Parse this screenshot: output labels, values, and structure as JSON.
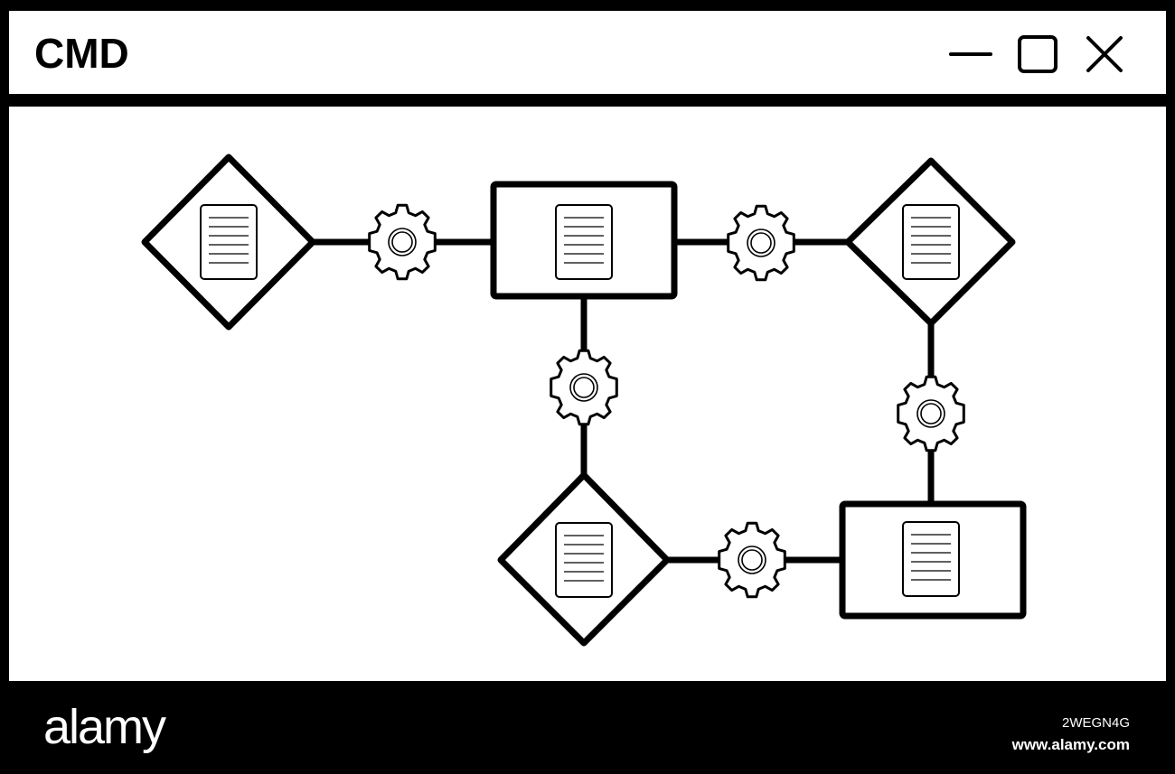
{
  "window": {
    "title": "CMD",
    "controls": [
      {
        "name": "minimize",
        "icon": "minimize-icon"
      },
      {
        "name": "maximize",
        "icon": "maximize-icon"
      },
      {
        "name": "close",
        "icon": "close-icon"
      }
    ]
  },
  "diagram": {
    "nodes": [
      {
        "id": "decision-1",
        "shape": "diamond",
        "icon": "document-icon"
      },
      {
        "id": "process-1",
        "shape": "rectangle",
        "icon": "document-icon"
      },
      {
        "id": "decision-2",
        "shape": "diamond",
        "icon": "document-icon"
      },
      {
        "id": "decision-3",
        "shape": "diamond",
        "icon": "document-icon"
      },
      {
        "id": "process-2",
        "shape": "rectangle",
        "icon": "document-icon"
      }
    ],
    "connectors": [
      {
        "from": "decision-1",
        "to": "process-1",
        "icon": "gear-icon"
      },
      {
        "from": "process-1",
        "to": "decision-2",
        "icon": "gear-icon"
      },
      {
        "from": "process-1",
        "to": "decision-3",
        "icon": "gear-icon"
      },
      {
        "from": "decision-2",
        "to": "process-2",
        "icon": "gear-icon"
      },
      {
        "from": "decision-3",
        "to": "process-2",
        "icon": "gear-icon"
      }
    ]
  },
  "footer": {
    "brand": "alamy",
    "image_id": "2WEGN4G",
    "url": "www.alamy.com"
  },
  "colors": {
    "stroke": "#000000",
    "background": "#ffffff",
    "frame": "#000000"
  }
}
